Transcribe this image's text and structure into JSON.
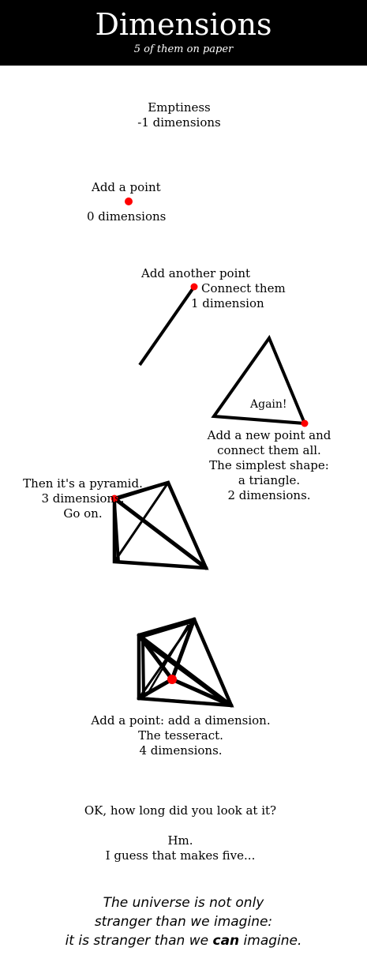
{
  "header": {
    "title": "Dimensions",
    "subtitle": "5 of them on paper"
  },
  "panels": {
    "emptiness": {
      "line1": "Emptiness",
      "line2": "-1 dimensions"
    },
    "point": {
      "line1": "Add a point",
      "line2": "0 dimensions"
    },
    "line": {
      "line1": "Add another point",
      "line2": "Connect them",
      "line3": "1 dimension"
    },
    "triangle": {
      "again": "Again!",
      "line1": "Add a new point and",
      "line2": "connect them all.",
      "line3": "The simplest shape:",
      "line4": "a triangle.",
      "line5": "2 dimensions."
    },
    "pyramid": {
      "line1": "Then it's a pyramid.",
      "line2": "3 dimensions.",
      "line3": "Go on."
    },
    "tesseract": {
      "line1": "Add a point: add a dimension.",
      "line2": "The tesseract.",
      "line3": "4 dimensions."
    },
    "five": {
      "line1": "OK, how long did you look at it?",
      "line2": "Hm.",
      "line3": "I guess that makes five..."
    }
  },
  "quote": {
    "line1": "The universe is not only",
    "line2": "stranger than we imagine:",
    "line3_pre": "it is stranger than we ",
    "line3_bold": "can",
    "line3_post": " imagine."
  },
  "colors": {
    "point": "#ff0000",
    "ink": "#000000",
    "header_bg": "#000000"
  }
}
